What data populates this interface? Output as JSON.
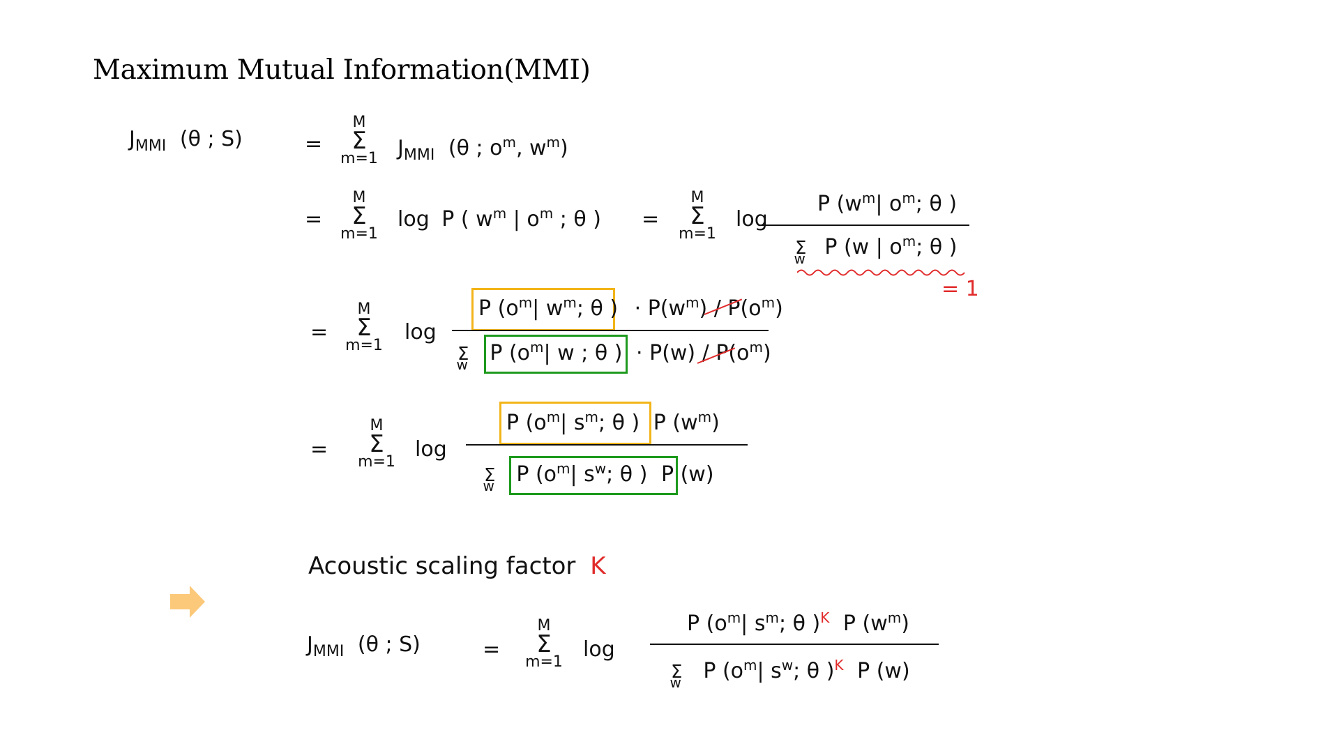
{
  "title": "Maximum Mutual Information(MMI)",
  "colors": {
    "ink": "#111111",
    "highlight_yellow": "#f2b418",
    "highlight_green": "#1e9a1e",
    "annotation_red": "#e12b2b",
    "arrow_fill": "#fcc97a"
  },
  "math": {
    "J": "J",
    "MMI": "MMI",
    "theta_S": "(θ ; S)",
    "eq": "=",
    "sum_top": "M",
    "sum_sig": "Σ",
    "sum_bot": "m=1",
    "sum_w": "w",
    "log": "log",
    "line1_term": "(θ ; o",
    "line1_term_mid": ", w",
    "line1_term_end": ")",
    "sup_m": "m",
    "sup_w": "w",
    "line2_a": "P ( w",
    "line2_b": " | o",
    "line2_c": " ; θ )",
    "frac2_num_a": "P (w",
    "frac2_num_b": "| o",
    "frac2_num_c": "; θ )",
    "frac2_den": "P (w | o",
    "frac2_den_end": "; θ )",
    "eq_one": "= 1",
    "frac3_num_box": "P (o",
    "frac3_num_box_b": "| w",
    "frac3_num_box_c": "; θ )",
    "frac3_num_rest": "· P(w",
    "frac3_num_rest_b": ") / P(o",
    "frac3_num_rest_c": ")",
    "frac3_den_box": "P (o",
    "frac3_den_box_b": "| w ; θ )",
    "frac3_den_rest": "· P(w) / P(o",
    "frac3_den_rest_c": ")",
    "frac4_num_box": "P (o",
    "frac4_num_box_b": "| s",
    "frac4_num_box_c": "; θ )",
    "frac4_num_rest": "P (w",
    "frac4_num_rest_c": ")",
    "frac4_den_box": "P (o",
    "frac4_den_box_b": "| s",
    "frac4_den_box_c": "; θ )",
    "frac4_den_rest": "P (w)",
    "frac5_num_a": "P (o",
    "frac5_num_b": "| s",
    "frac5_num_c": "; θ )",
    "kappa": "K",
    "frac5_num_d": "P (w",
    "frac5_num_e": ")",
    "frac5_den_a": "P (o",
    "frac5_den_b": "| s",
    "frac5_den_c": "; θ )",
    "frac5_den_d": "P (w)"
  },
  "note": {
    "text": "Acoustic scaling factor",
    "symbol": "K"
  }
}
